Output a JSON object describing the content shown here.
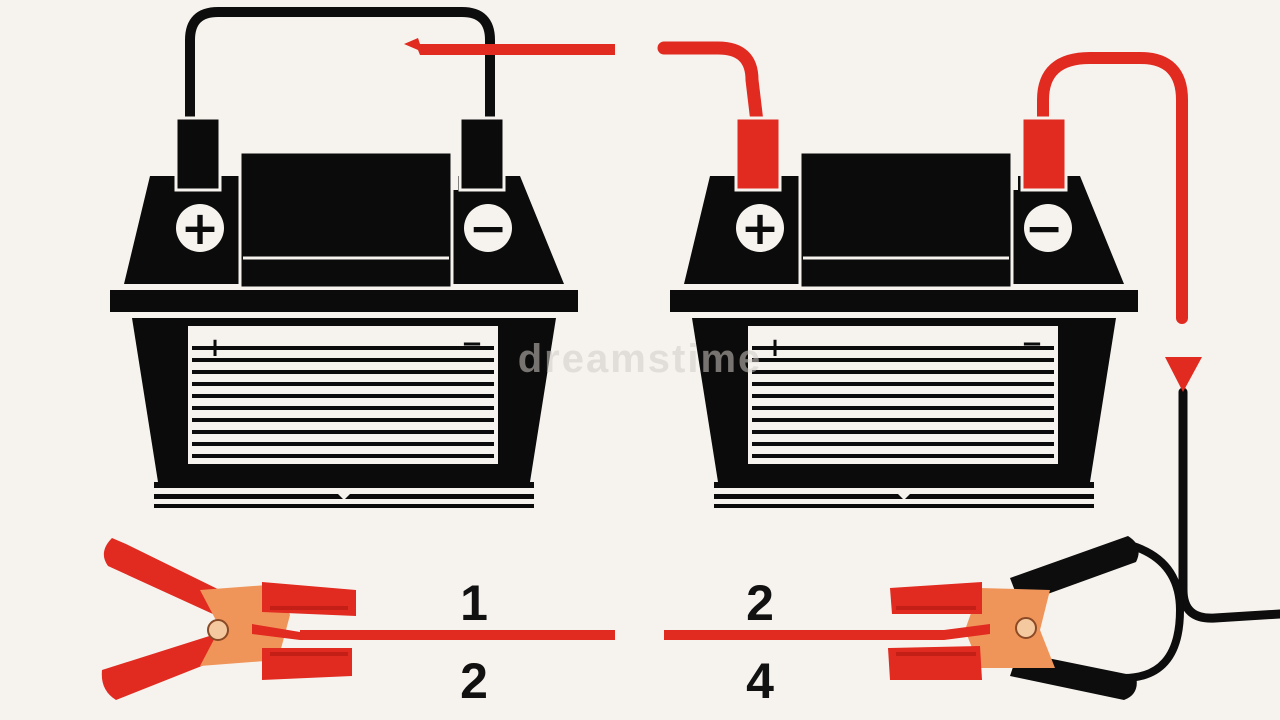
{
  "colors": {
    "background": "#f6f3ef",
    "battery": "#0b0b0b",
    "cable_red": "#e12a20",
    "cable_black": "#0d0d0d",
    "clamp_jaw": "#f0955a",
    "clamp_pivot": "#f5c9a0"
  },
  "batteries": [
    {
      "positive_symbol": "+",
      "negative_symbol": "−",
      "label_positive": "+",
      "label_negative": "−"
    },
    {
      "positive_symbol": "+",
      "negative_symbol": "−",
      "label_positive": "+",
      "label_negative": "−"
    }
  ],
  "watermark": {
    "text": "dreamstime"
  },
  "step_labels": {
    "left_top": "1",
    "left_bottom": "2",
    "right_top": "2",
    "right_bottom": "4"
  },
  "icons": {
    "arrow": "arrow-down-icon",
    "clamp": "jumper-clamp-icon"
  }
}
